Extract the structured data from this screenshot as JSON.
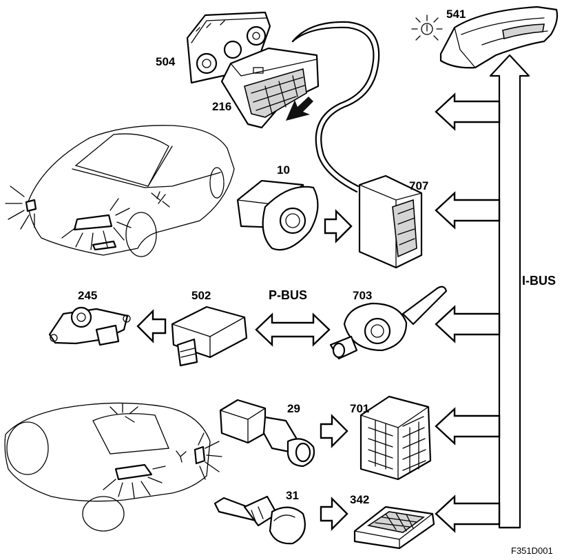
{
  "labels": {
    "c541": "541",
    "c504": "504",
    "c216": "216",
    "c10": "10",
    "c707": "707",
    "c245": "245",
    "c502": "502",
    "c703": "703",
    "c29": "29",
    "c701": "701",
    "c31": "31",
    "c342": "342"
  },
  "buses": {
    "pbus": "P-BUS",
    "ibus": "I-BUS"
  },
  "figure_ref": "F351D001"
}
